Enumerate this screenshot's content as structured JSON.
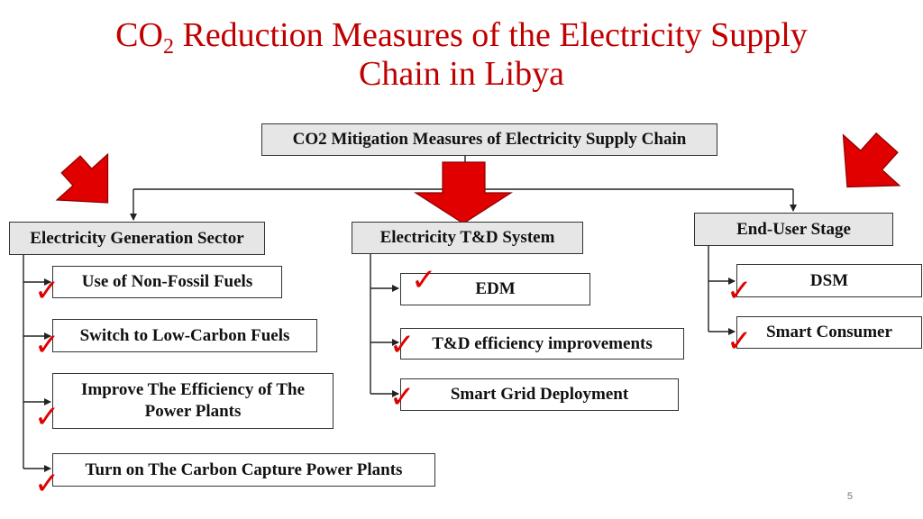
{
  "title": {
    "prefix": "CO",
    "subscript": "2",
    "line1_rest": " Reduction Measures of the Electricity Supply",
    "line2": "Chain in Libya"
  },
  "root": "CO2 Mitigation Measures of Electricity Supply Chain",
  "categories": {
    "generation": {
      "label": "Electricity Generation Sector",
      "items": [
        "Use of Non-Fossil Fuels",
        "Switch to Low-Carbon Fuels",
        "Improve The Efficiency of The Power Plants",
        "Turn on The Carbon Capture Power Plants"
      ]
    },
    "td": {
      "label": "Electricity T&D System",
      "items": [
        "EDM",
        "T&D efficiency improvements",
        "Smart Grid Deployment"
      ]
    },
    "enduser": {
      "label": "End-User Stage",
      "items": [
        "DSM",
        "Smart Consumer"
      ]
    }
  },
  "check_glyph": "✓",
  "page_number": "5",
  "colors": {
    "title": "#c00000",
    "big_arrow": "#e00000",
    "check": "#e00000",
    "category_fill": "#e6e6e6"
  }
}
